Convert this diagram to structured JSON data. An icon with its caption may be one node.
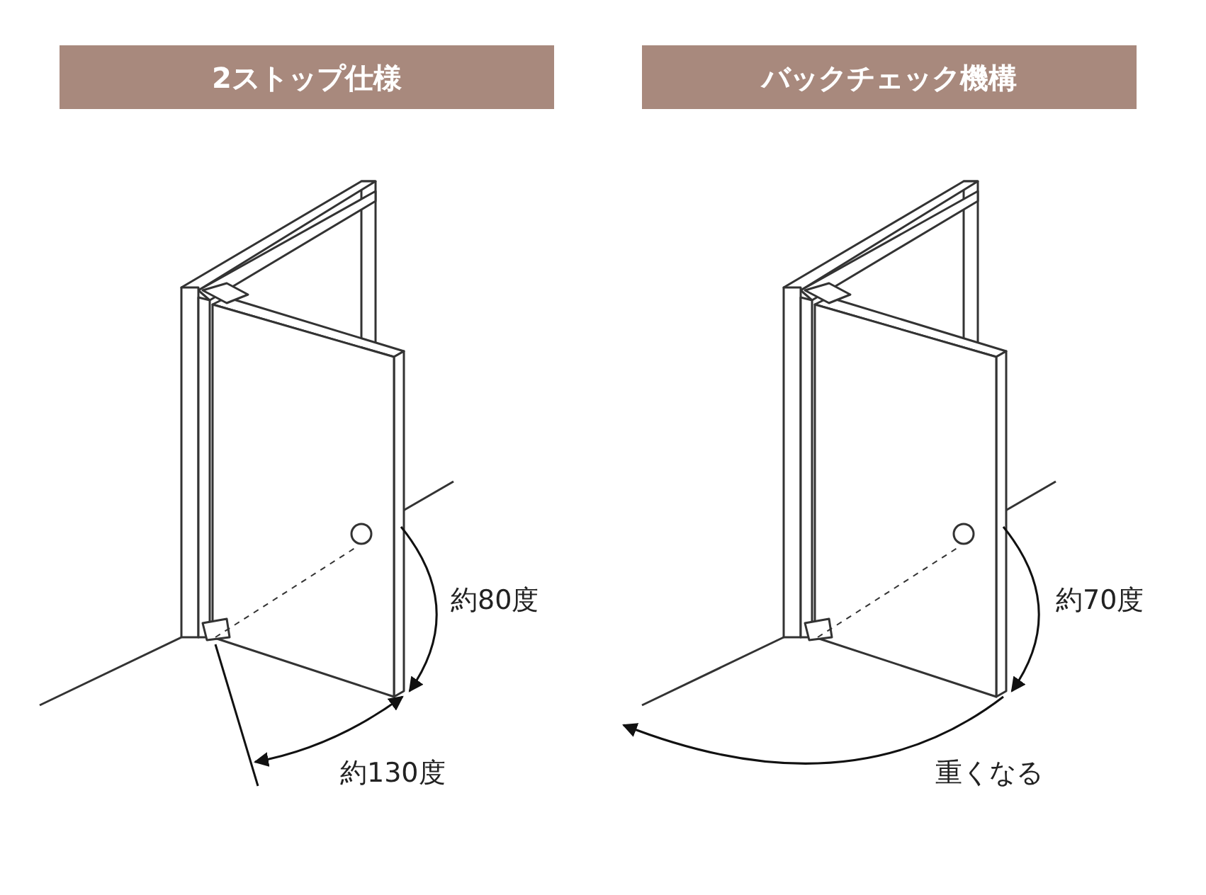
{
  "diagram": {
    "nodes": [
      {
        "text": [
          "2ストップ仕様"
        ]
      },
      {
        "text": [
          "バックチェック機構"
        ]
      }
    ],
    "labels": [
      "約80度",
      "約130度",
      "約70度",
      "重くなる"
    ]
  }
}
